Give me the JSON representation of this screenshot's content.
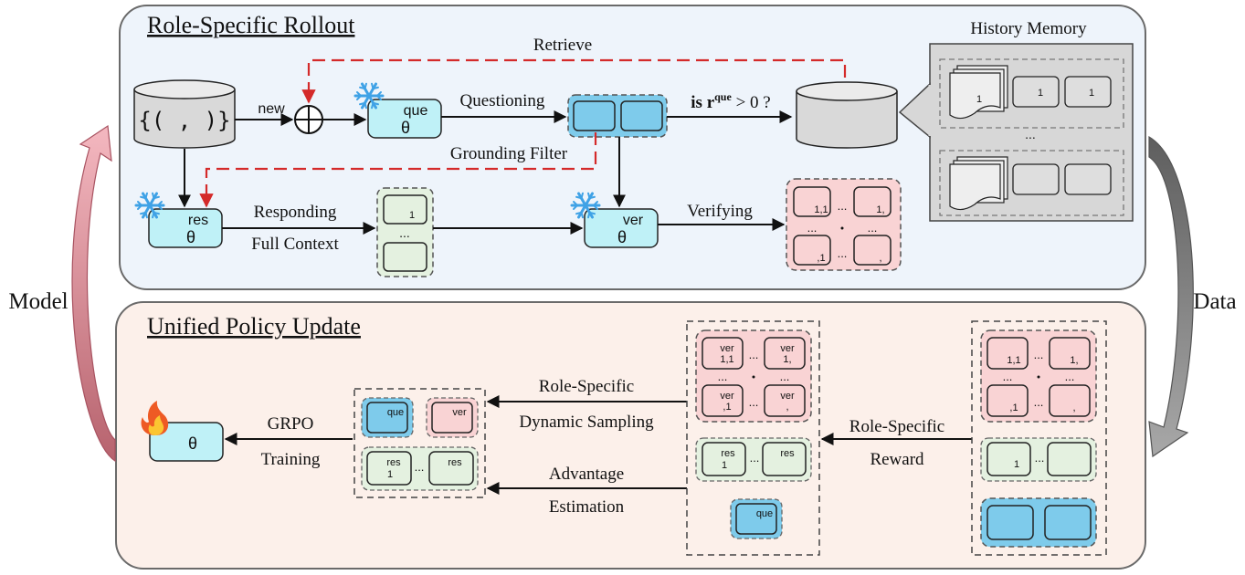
{
  "colors": {
    "top_panel_fill": "#eef4fb",
    "bottom_panel_fill": "#fcf0ea",
    "model_blue": "#bff1f7",
    "query_blue": "#7ecbeb",
    "response_green": "#e4f1e0",
    "verify_pink": "#f9d3d4",
    "history_gray": "#dcdcdc",
    "feedback_red": "#d42a2a",
    "arrow_pink": "#e9a3ad",
    "arrow_gray": "#8a8a8a"
  },
  "top": {
    "title": "Role-Specific Rollout",
    "retrieve": "Retrieve",
    "new": "new",
    "questioning": "Questioning",
    "condition": "is r",
    "condition_sup": "que",
    "condition_end": " > 0 ?",
    "grounding_filter": "Grounding Filter",
    "responding": "Responding",
    "full_context": "Full Context",
    "verifying": "Verifying",
    "history_memory": "History Memory",
    "dataset_tuple": "{( , )}",
    "ellipsis": "...",
    "policy_que": {
      "role": "que",
      "theta": "θ"
    },
    "policy_res": {
      "role": "res",
      "theta": "θ"
    },
    "policy_ver": {
      "role": "ver",
      "theta": "θ"
    },
    "resp_sub": "1",
    "verify_cells": [
      "1,1",
      "1,",
      ",1",
      ","
    ],
    "memory_subs": [
      "1",
      "1",
      "1"
    ]
  },
  "bottom": {
    "title": "Unified Policy Update",
    "grpo": "GRPO",
    "training": "Training",
    "role_specific": "Role-Specific",
    "dynamic_sampling": "Dynamic Sampling",
    "advantage": "Advantage",
    "estimation": "Estimation",
    "role_specific_reward_1": "Role-Specific",
    "role_specific_reward_2": "Reward",
    "theta": "θ",
    "ellipsis": "...",
    "batch_que": "que",
    "batch_ver": "ver",
    "batch_res": "res",
    "batch_res_sub": "1",
    "sampled_ver_cells": [
      {
        "role": "ver",
        "sub": "1,1"
      },
      {
        "role": "ver",
        "sub": "1,"
      },
      {
        "role": "ver",
        "sub": ",1"
      },
      {
        "role": "ver",
        "sub": ","
      }
    ],
    "sampled_res": [
      {
        "role": "res",
        "sub": "1"
      },
      {
        "role": "res",
        "sub": ""
      }
    ],
    "sampled_que": "que",
    "reward_ver_cells": [
      "1,1",
      "1,",
      ",1",
      ","
    ],
    "reward_res_sub": "1"
  },
  "side": {
    "model": "Model",
    "data": "Data"
  }
}
